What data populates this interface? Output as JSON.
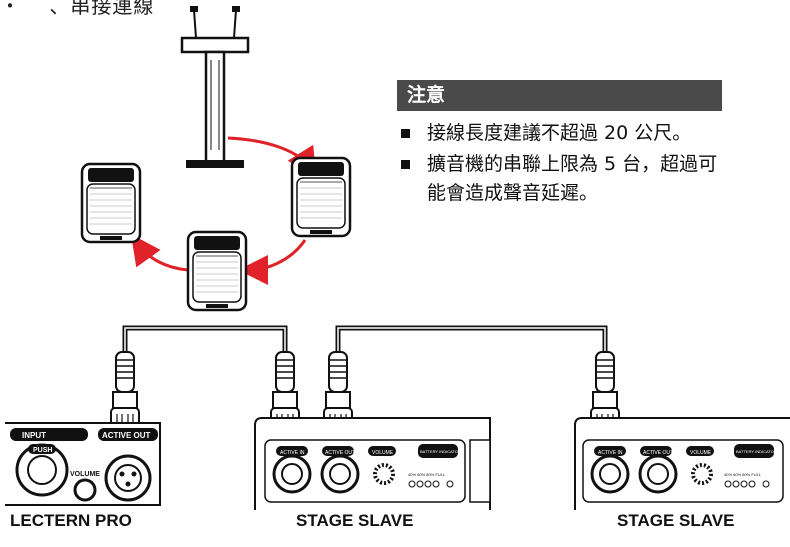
{
  "top_caption": "・　 、串接連線",
  "notice": {
    "title": "注意",
    "items": [
      "接線長度建議不超過 20 公尺。",
      "擴音機的串聯上限為 5 台，超過可能會造成聲音延遲。"
    ]
  },
  "panels": {
    "lectern": {
      "input_label": "INPUT",
      "push_label": "PUSH",
      "volume_label": "VOLUME",
      "active_out_label": "ACTIVE OUT",
      "device_label": "LECTERN PRO"
    },
    "slave1": {
      "active_in_label": "ACTIVE IN",
      "active_out_label": "ACTIVE OUT",
      "volume_label": "VOLUME",
      "battery_label": "BATTERY INDICATOR",
      "levels": "40% 60% 80% FULL",
      "device_label": "STAGE SLAVE"
    },
    "slave2": {
      "active_in_label": "ACTIVE IN",
      "active_out_label": "ACTIVE OUT",
      "volume_label": "VOLUME",
      "battery_label": "BATTERY INDICATOR",
      "levels": "40% 60% 80% FULL",
      "device_label": "STAGE SLAVE"
    }
  },
  "colors": {
    "notice_header_bg": "#4a4a4a",
    "arrow": "#e0232a",
    "cable": "#111111"
  },
  "icons": [
    "lectern-icon",
    "speaker-icon",
    "xlr-connector-icon",
    "combo-jack-icon",
    "volume-knob-icon"
  ]
}
